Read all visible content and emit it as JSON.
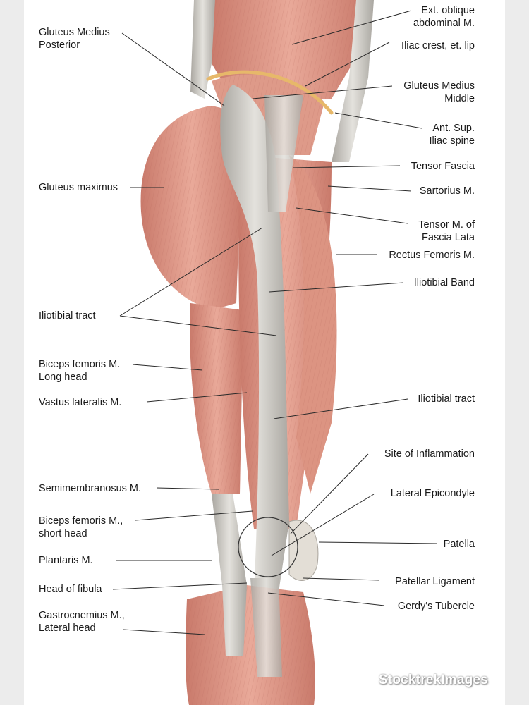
{
  "labels_left": [
    {
      "id": "gluteus-medius-posterior",
      "text": "Gluteus Medius\nPosterior"
    },
    {
      "id": "gluteus-maximus",
      "text": "Gluteus maximus"
    },
    {
      "id": "iliotibial-tract-upper",
      "text": "Iliotibial tract"
    },
    {
      "id": "biceps-femoris-long-head",
      "text": "Biceps femoris M.\nLong head"
    },
    {
      "id": "vastus-lateralis",
      "text": "Vastus lateralis M."
    },
    {
      "id": "semimembranosus",
      "text": "Semimembranosus M."
    },
    {
      "id": "biceps-femoris-short-head",
      "text": "Biceps femoris M.,\nshort head"
    },
    {
      "id": "plantaris",
      "text": "Plantaris M."
    },
    {
      "id": "head-of-fibula",
      "text": "Head of fibula"
    },
    {
      "id": "gastrocnemius-lateral-head",
      "text": "Gastrocnemius M.,\nLateral head"
    }
  ],
  "labels_right": [
    {
      "id": "ext-oblique",
      "text": "Ext. oblique\nabdominal M."
    },
    {
      "id": "iliac-crest",
      "text": "Iliac crest, et. lip"
    },
    {
      "id": "gluteus-medius-middle",
      "text": "Gluteus Medius\nMiddle"
    },
    {
      "id": "ant-sup-iliac-spine",
      "text": "Ant. Sup.\nIliac spine"
    },
    {
      "id": "tensor-fascia",
      "text": "Tensor Fascia"
    },
    {
      "id": "sartorius",
      "text": "Sartorius M."
    },
    {
      "id": "tensor-fascia-lata",
      "text": "Tensor M. of\nFascia Lata"
    },
    {
      "id": "rectus-femoris",
      "text": "Rectus Femoris M."
    },
    {
      "id": "iliotibial-band",
      "text": "Iliotibial Band"
    },
    {
      "id": "iliotibial-tract-lower",
      "text": "Iliotibial tract"
    },
    {
      "id": "site-of-inflammation",
      "text": "Site of Inflammation"
    },
    {
      "id": "lateral-epicondyle",
      "text": "Lateral Epicondyle"
    },
    {
      "id": "patella",
      "text": "Patella"
    },
    {
      "id": "patellar-ligament",
      "text": "Patellar Ligament"
    },
    {
      "id": "gerdys-tubercle",
      "text": "Gerdy's Tubercle"
    }
  ],
  "watermark": "StocktrekImages",
  "colors": {
    "muscle": "#e19a8a",
    "muscle_dark": "#c9776a",
    "tendon": "#c9c6c0",
    "iliac_crest": "#e7b86a",
    "leader_line": "#2a2a2a"
  }
}
